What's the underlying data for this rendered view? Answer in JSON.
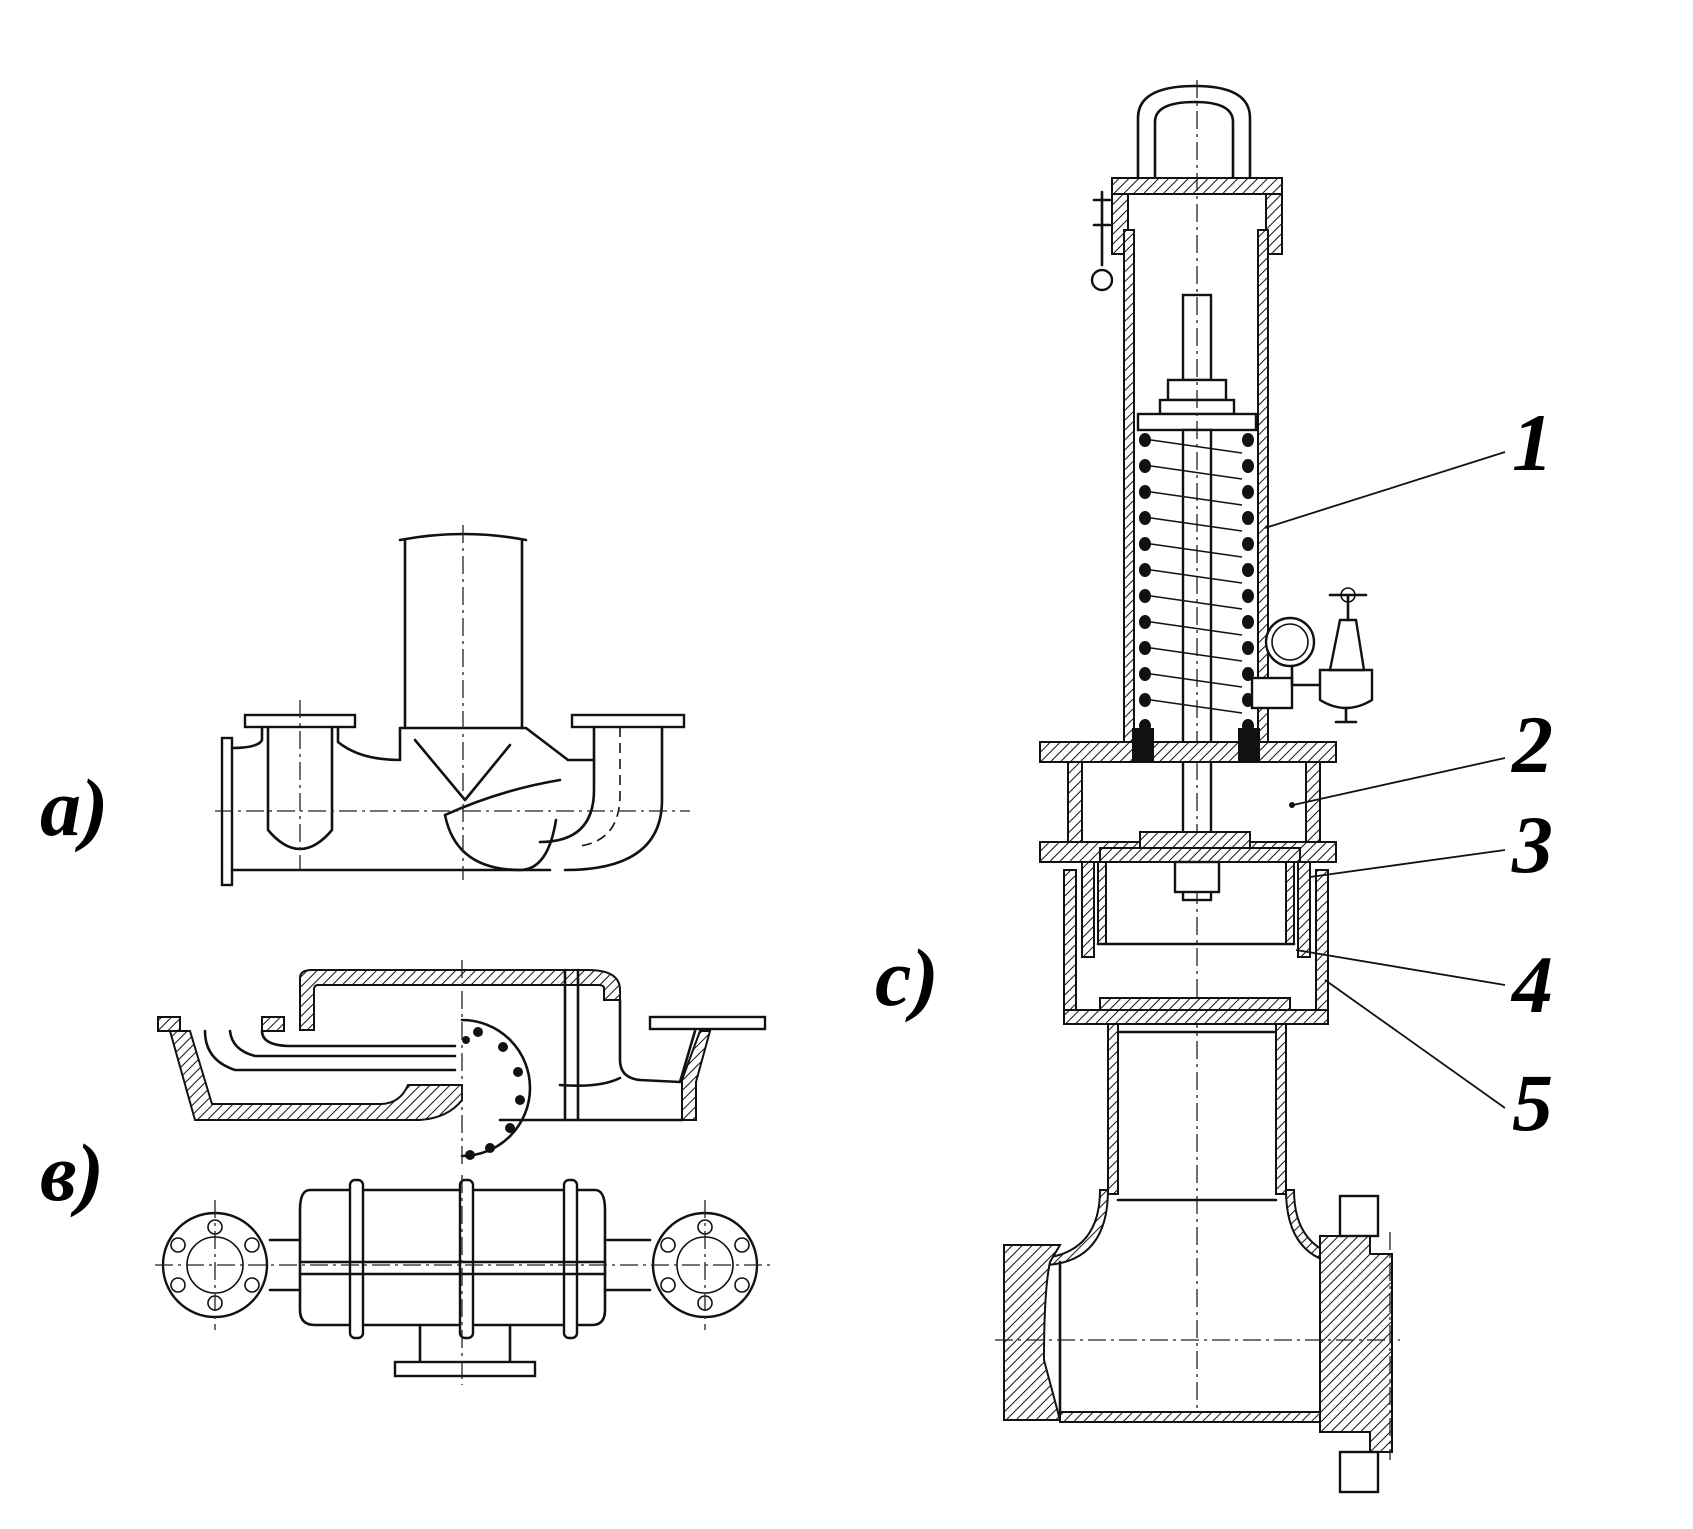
{
  "figure_labels": {
    "a": "a)",
    "b": "в)",
    "c": "c)"
  },
  "callouts": [
    "1",
    "2",
    "3",
    "4",
    "5"
  ],
  "colors": {
    "ink": "#111111",
    "paper": "#ffffff"
  }
}
